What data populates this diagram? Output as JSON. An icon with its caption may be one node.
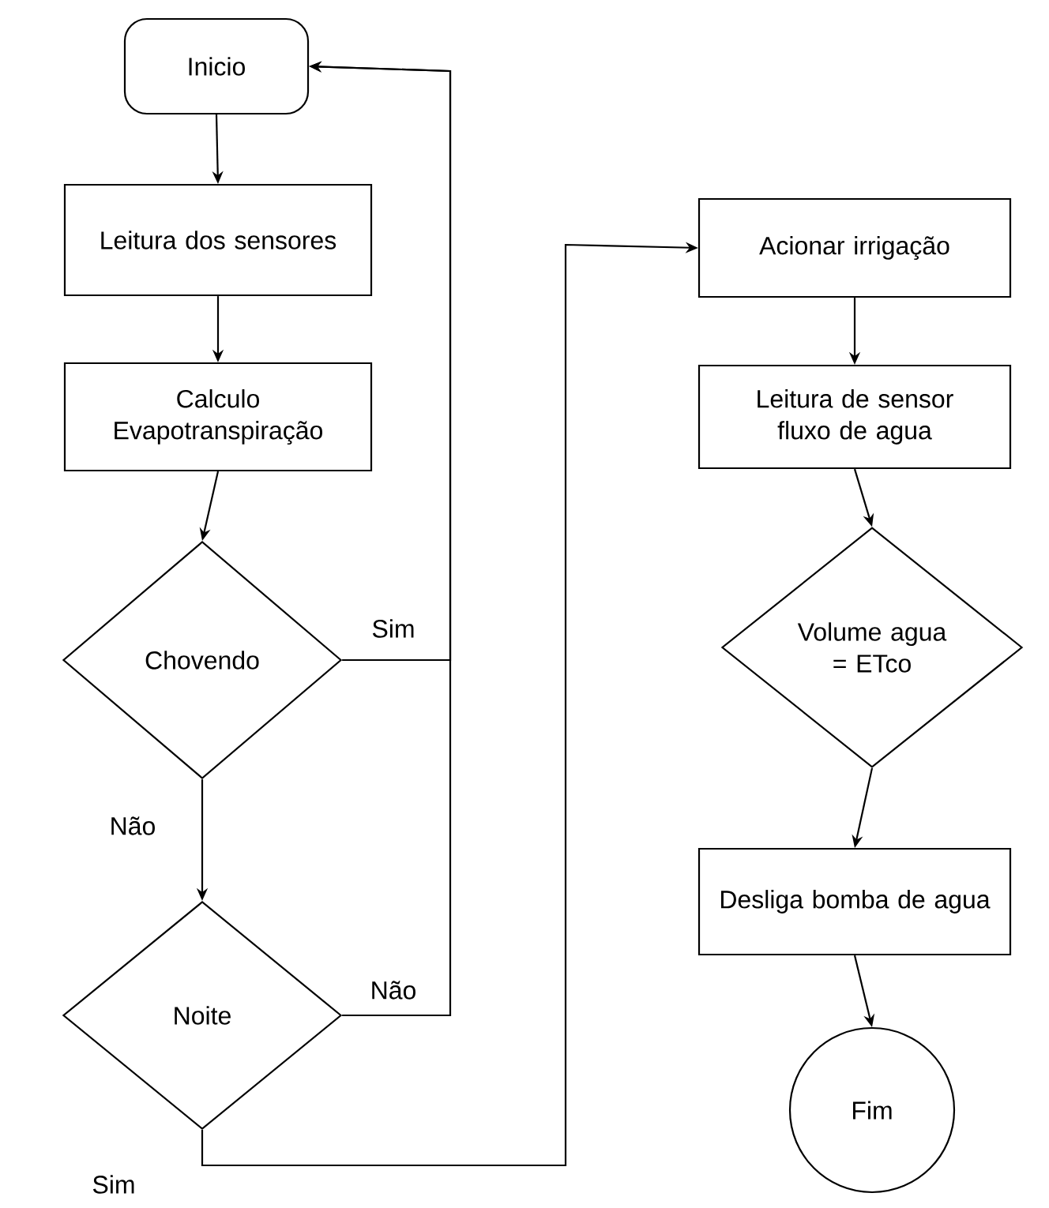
{
  "diagram": {
    "nodes": [
      {
        "text": [
          "Inicio"
        ]
      },
      {
        "text": [
          "Leitura dos sensores"
        ]
      },
      {
        "text": [
          "Calculo Evapotranspiração"
        ]
      },
      {
        "text": [
          "Chovendo"
        ]
      },
      {
        "text": [
          "Noite"
        ]
      },
      {
        "text": [
          "Acionar irrigação"
        ]
      },
      {
        "text": [
          "Leitura de sensor fluxo de agua"
        ]
      },
      {
        "text": [
          "Volume agua = ETco"
        ]
      },
      {
        "text": [
          "Desliga bomba de agua"
        ]
      },
      {
        "text": [
          "Fim"
        ]
      }
    ],
    "edges": [
      {
        "from": 0,
        "to": 1,
        "arrow": "to"
      },
      {
        "from": 1,
        "to": 2,
        "arrow": "to"
      },
      {
        "from": 2,
        "to": 3,
        "arrow": "to"
      },
      {
        "from": 3,
        "to": 4,
        "arrow": "to",
        "label": "Não"
      },
      {
        "from": 3,
        "to": 0,
        "arrow": "to",
        "label": "Sim"
      },
      {
        "from": 4,
        "to": 0,
        "arrow": "to",
        "label": "Não"
      },
      {
        "from": 4,
        "to": 5,
        "arrow": "to",
        "label": "Sim"
      },
      {
        "from": 5,
        "to": 6,
        "arrow": "to"
      },
      {
        "from": 6,
        "to": 7,
        "arrow": "to"
      },
      {
        "from": 7,
        "to": 8,
        "arrow": "to"
      },
      {
        "from": 8,
        "to": 9,
        "arrow": "to"
      }
    ]
  }
}
